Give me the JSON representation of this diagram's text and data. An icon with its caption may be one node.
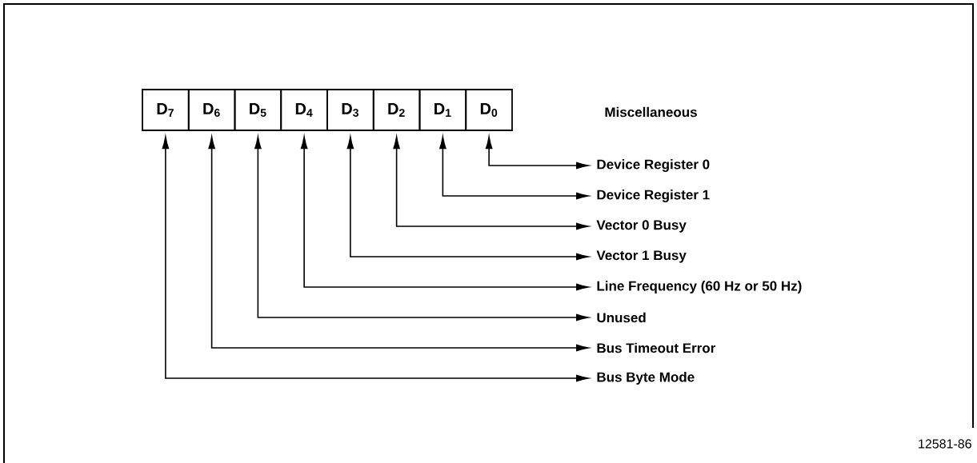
{
  "diagram": {
    "nodes": [
      {
        "text": [
          "D$_{7}$"
        ]
      },
      {
        "text": [
          "D$_{6}$"
        ]
      },
      {
        "text": [
          "D$_{5}$"
        ]
      },
      {
        "text": [
          "D$_{4}$"
        ]
      },
      {
        "text": [
          "D$_{3}$"
        ]
      },
      {
        "text": [
          "D$_{2}$"
        ]
      },
      {
        "text": [
          "D$_{1}$"
        ]
      },
      {
        "text": [
          "D$_{0}$"
        ]
      },
      {
        "text": [
          "Device Register 0"
        ]
      },
      {
        "text": [
          "Device Register 1"
        ]
      },
      {
        "text": [
          "Vector 0 Busy"
        ]
      },
      {
        "text": [
          "Vector 1 Busy"
        ]
      },
      {
        "text": [
          "Line Frequency (60 Hz or 50 Hz)"
        ]
      },
      {
        "text": [
          "Unused"
        ]
      },
      {
        "text": [
          "Bus Timeout Error"
        ]
      },
      {
        "text": [
          "Bus Byte Mode"
        ]
      }
    ],
    "edges": [
      {
        "from": 7,
        "to": 8,
        "arrow": "both"
      },
      {
        "from": 6,
        "to": 9,
        "arrow": "both"
      },
      {
        "from": 5,
        "to": 10,
        "arrow": "both"
      },
      {
        "from": 4,
        "to": 11,
        "arrow": "both"
      },
      {
        "from": 3,
        "to": 12,
        "arrow": "both"
      },
      {
        "from": 2,
        "to": 13,
        "arrow": "both"
      },
      {
        "from": 1,
        "to": 14,
        "arrow": "both"
      },
      {
        "from": 0,
        "to": 15,
        "arrow": "both"
      }
    ],
    "labels": [
      "Miscellaneous",
      "12581-86"
    ]
  }
}
